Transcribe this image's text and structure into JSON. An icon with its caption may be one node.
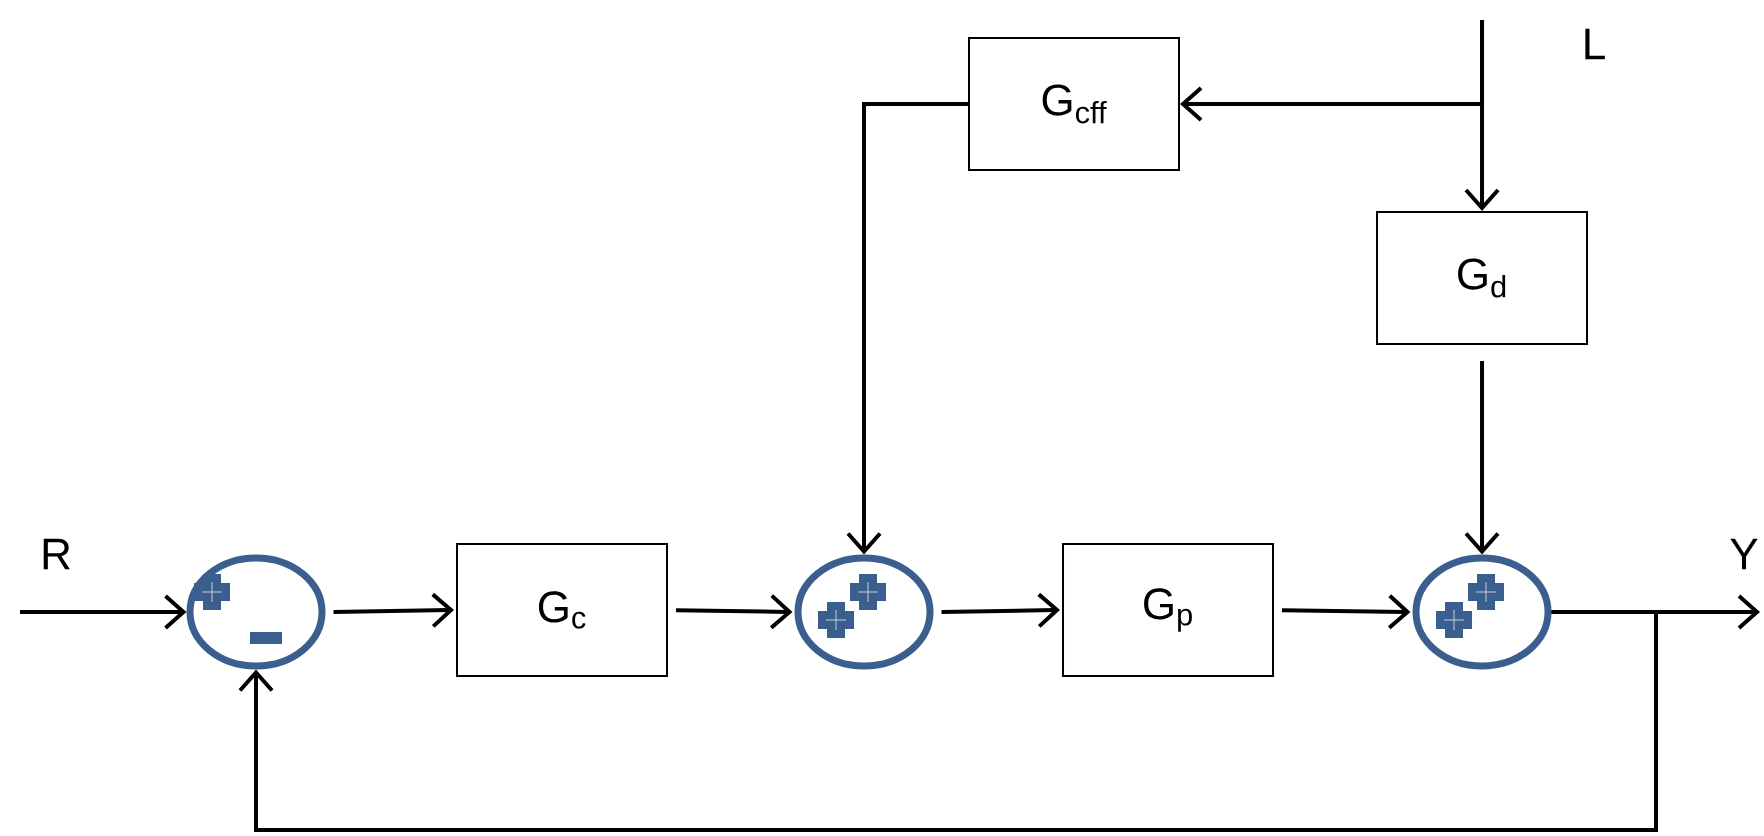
{
  "diagram": {
    "nodes": [
      {
        "text": [
          "G$_{cff}$"
        ]
      },
      {
        "text": [
          "G$_{d}$"
        ]
      },
      {
        "text": [],
        "shape": "circle"
      },
      {
        "text": [
          "G$_{c}$"
        ]
      },
      {
        "text": [],
        "shape": "circle"
      },
      {
        "text": [
          "G$_{p}$"
        ]
      },
      {
        "text": [],
        "shape": "circle"
      }
    ],
    "edges": [
      {
        "from": null,
        "to": 2,
        "arrow": "to",
        "label": "R"
      },
      {
        "from": 2,
        "to": 3,
        "arrow": "to"
      },
      {
        "from": 3,
        "to": 4,
        "arrow": "to"
      },
      {
        "from": 4,
        "to": 5,
        "arrow": "to"
      },
      {
        "from": 5,
        "to": 6,
        "arrow": "to"
      },
      {
        "from": 6,
        "to": null,
        "arrow": "to",
        "label": "Y"
      },
      {
        "from": 6,
        "to": 2,
        "arrow": "to"
      },
      {
        "from": null,
        "to": 0,
        "arrow": "to"
      },
      {
        "from": null,
        "to": 1,
        "arrow": "to",
        "label": "L"
      },
      {
        "from": 1,
        "to": 6,
        "arrow": "to"
      },
      {
        "from": 0,
        "to": 4,
        "arrow": "to"
      }
    ]
  }
}
